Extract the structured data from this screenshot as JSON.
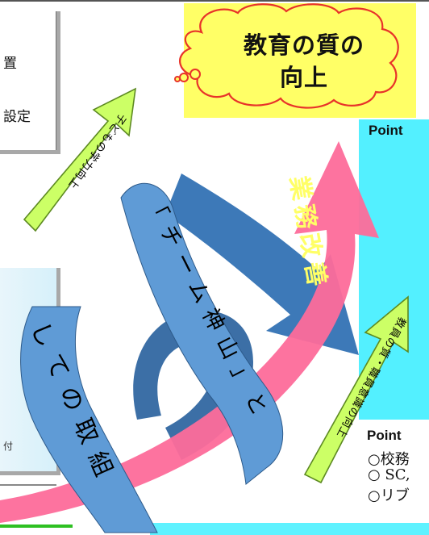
{
  "colors": {
    "goal_fill": "#ffff66",
    "arrow_pink": "#fd6b9a",
    "arrow_blue": "#3d79b8",
    "ribbon_blue": "#5f9bd6",
    "ribbon_dark": "#3c6fa6",
    "arrow_green": "#ccff66",
    "panel_cyan": "#53f0ff"
  },
  "goal": {
    "line1": "教育の質の",
    "line2": "向上"
  },
  "arrows": {
    "pink_label": "業務改善",
    "green_left_label": "子どもの学力向上",
    "green_right_label": "教員の質・職員意識の向上"
  },
  "ribbon": {
    "upper_label": "「チーム神山」と",
    "lower_label": "しての取組"
  },
  "panels": {
    "top_left": {
      "line1": "置",
      "line2": "設定"
    },
    "bottom_left": {
      "line1": "付"
    },
    "right_top": {
      "label": "Point"
    },
    "right_bottom": {
      "label": "Point",
      "line1": "○校務",
      "line2": "○ SC,",
      "line3": "○リブ"
    }
  }
}
